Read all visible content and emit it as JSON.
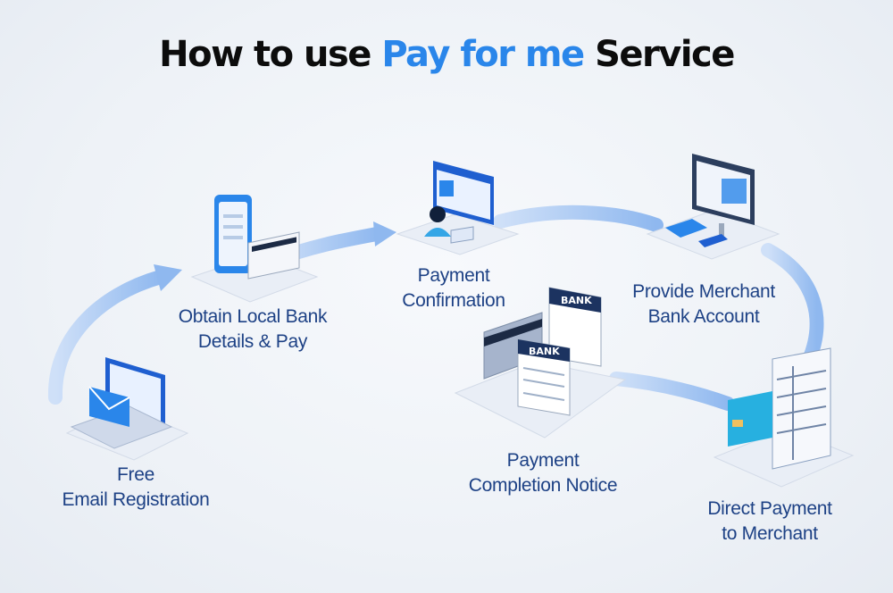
{
  "title": {
    "part1": "How to use ",
    "highlight": "Pay for me",
    "part2": " Service"
  },
  "colors": {
    "accent": "#2a86ea",
    "label": "#1d4185",
    "arrow": "#a9c9f3",
    "title": "#0c0c0c"
  },
  "steps": [
    {
      "line1": "Free",
      "line2": "Email Registration",
      "icon": "laptop-email-icon"
    },
    {
      "line1": "Obtain Local Bank",
      "line2": "Details & Pay",
      "icon": "phone-card-icon"
    },
    {
      "line1": "Payment",
      "line2": "Confirmation",
      "icon": "id-card-person-icon"
    },
    {
      "line1": "Provide Merchant",
      "line2": "Bank Account",
      "icon": "desktop-pos-icon"
    },
    {
      "line1": "Direct Payment",
      "line2": "to Merchant",
      "icon": "card-invoice-icon"
    },
    {
      "line1": "Payment",
      "line2": "Completion Notice",
      "icon": "bank-documents-icon"
    }
  ],
  "bank_doc_label": "BANK"
}
